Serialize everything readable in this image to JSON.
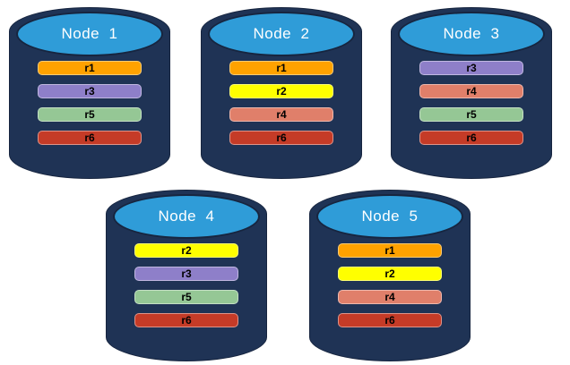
{
  "diagram": {
    "description": "replica-distribution-across-database-nodes",
    "colors": {
      "cylinder_body": "#1f3355",
      "cylinder_top": "#2f9cd8",
      "cylinder_outline": "#17253f",
      "background": "#ffffff",
      "bar_text": "#000000",
      "node_label_text": "#ffffff"
    },
    "replica_colors": {
      "r1": "#ffa200",
      "r2": "#ffff00",
      "r3": "#8e7fc9",
      "r4": "#e07f6a",
      "r5": "#95c795",
      "r6": "#c53b27"
    },
    "nodes": [
      {
        "label": "Node  1",
        "replicas": [
          "r1",
          "r3",
          "r5",
          "r6"
        ]
      },
      {
        "label": "Node  2",
        "replicas": [
          "r1",
          "r2",
          "r4",
          "r6"
        ]
      },
      {
        "label": "Node  3",
        "replicas": [
          "r3",
          "r4",
          "r5",
          "r6"
        ]
      },
      {
        "label": "Node  4",
        "replicas": [
          "r2",
          "r3",
          "r5",
          "r6"
        ]
      },
      {
        "label": "Node  5",
        "replicas": [
          "r1",
          "r2",
          "r4",
          "r6"
        ]
      }
    ]
  }
}
